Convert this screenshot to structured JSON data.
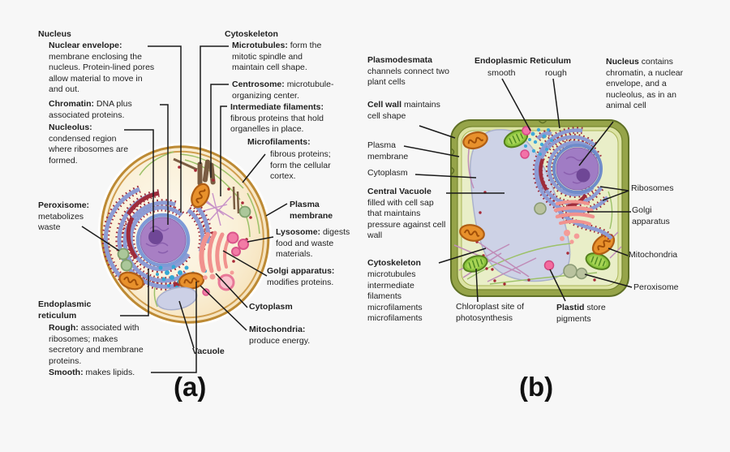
{
  "figure": {
    "type": "biology-cell-diagram",
    "panels": [
      "animal cell",
      "plant cell"
    ]
  },
  "panel_a": {
    "caption": "(a)",
    "labels": [
      {
        "term": "Nucleus",
        "desc": ""
      },
      {
        "term": "Nuclear envelope:",
        "desc": "membrane enclosing the nucleus. Protein-lined pores allow material to move in and out."
      },
      {
        "term": "Chromatin:",
        "desc": "DNA plus associated proteins."
      },
      {
        "term": "Nucleolus:",
        "desc": "condensed region where ribosomes are formed."
      },
      {
        "term": "Peroxisome:",
        "desc": "metabolizes waste"
      },
      {
        "term": "Endoplasmic reticulum",
        "desc": ""
      },
      {
        "term": "Rough:",
        "desc": "associated with ribosomes; makes secretory and membrane proteins."
      },
      {
        "term": "Smooth:",
        "desc": "makes lipids."
      },
      {
        "term": "Cytoskeleton",
        "desc": ""
      },
      {
        "term": "Microtubules:",
        "desc": "form the mitotic spindle and maintain cell shape."
      },
      {
        "term": "Centrosome:",
        "desc": "microtubule-organizing center."
      },
      {
        "term": "Intermediate filaments:",
        "desc": "fibrous proteins that hold organelles in place."
      },
      {
        "term": "Microfilaments:",
        "desc": "fibrous proteins; form the cellular cortex."
      },
      {
        "term": "Plasma membrane",
        "desc": ""
      },
      {
        "term": "Lysosome:",
        "desc": "digests food and waste materials."
      },
      {
        "term": "Golgi apparatus:",
        "desc": "modifies proteins."
      },
      {
        "term": "Cytoplasm",
        "desc": ""
      },
      {
        "term": "Mitochondria:",
        "desc": "produce energy."
      },
      {
        "term": "Vacuole",
        "desc": ""
      }
    ]
  },
  "panel_b": {
    "caption": "(b)",
    "labels": [
      {
        "term": "Plasmodesmata",
        "desc": "channels connect two plant cells"
      },
      {
        "term": "Endoplasmic Reticulum",
        "desc": ""
      },
      {
        "term": "",
        "desc": "smooth"
      },
      {
        "term": "",
        "desc": "rough"
      },
      {
        "term": "Nucleus",
        "desc": "contains chromatin, a nuclear envelope, and a nucleolus, as in an animal cell"
      },
      {
        "term": "Cell wall",
        "desc": "maintains cell shape"
      },
      {
        "term": "",
        "desc": "Plasma membrane"
      },
      {
        "term": "",
        "desc": "Cytoplasm"
      },
      {
        "term": "Central Vacuole",
        "desc": "filled with cell sap that maintains pressure against cell wall"
      },
      {
        "term": "Cytoskeleton",
        "desc": "microtubules intermediate filaments microfilaments microfilaments"
      },
      {
        "term": "",
        "desc": "Chloroplast site of photosynthesis"
      },
      {
        "term": "Plastid",
        "desc": "store pigments"
      },
      {
        "term": "",
        "desc": "Ribosomes"
      },
      {
        "term": "",
        "desc": "Golgi apparatus"
      },
      {
        "term": "",
        "desc": "Mitochondria"
      },
      {
        "term": "",
        "desc": "Peroxisome"
      }
    ]
  },
  "colors": {
    "background": "#f7f7f7",
    "text": "#1f1f1f",
    "connector_line": "#1a1a1a",
    "animal_membrane": "#bd8a34",
    "animal_cytoplasm": "#f9efd8",
    "nucleus": "#a87fc4",
    "nucleolus": "#6f4796",
    "nuclear_envelope": "#7e9ad6",
    "rough_er": "#8d9cd4",
    "ribosome_dot": "#9e2b3a",
    "mitochondrion": "#e8912c",
    "golgi": "#f49c98",
    "lysosome": "#f27ba6",
    "peroxisome": "#abc79a",
    "vacuole": "#ccd0e6",
    "smooth_er_dots": "#35a8d4",
    "microfilament": "#9cc168",
    "intermediate_filament": "#c892c8",
    "cell_wall": "#96a449",
    "plant_cytoplasm": "#e9eec8",
    "chloroplast": "#8cc63e",
    "plastid": "#f46a9e"
  }
}
